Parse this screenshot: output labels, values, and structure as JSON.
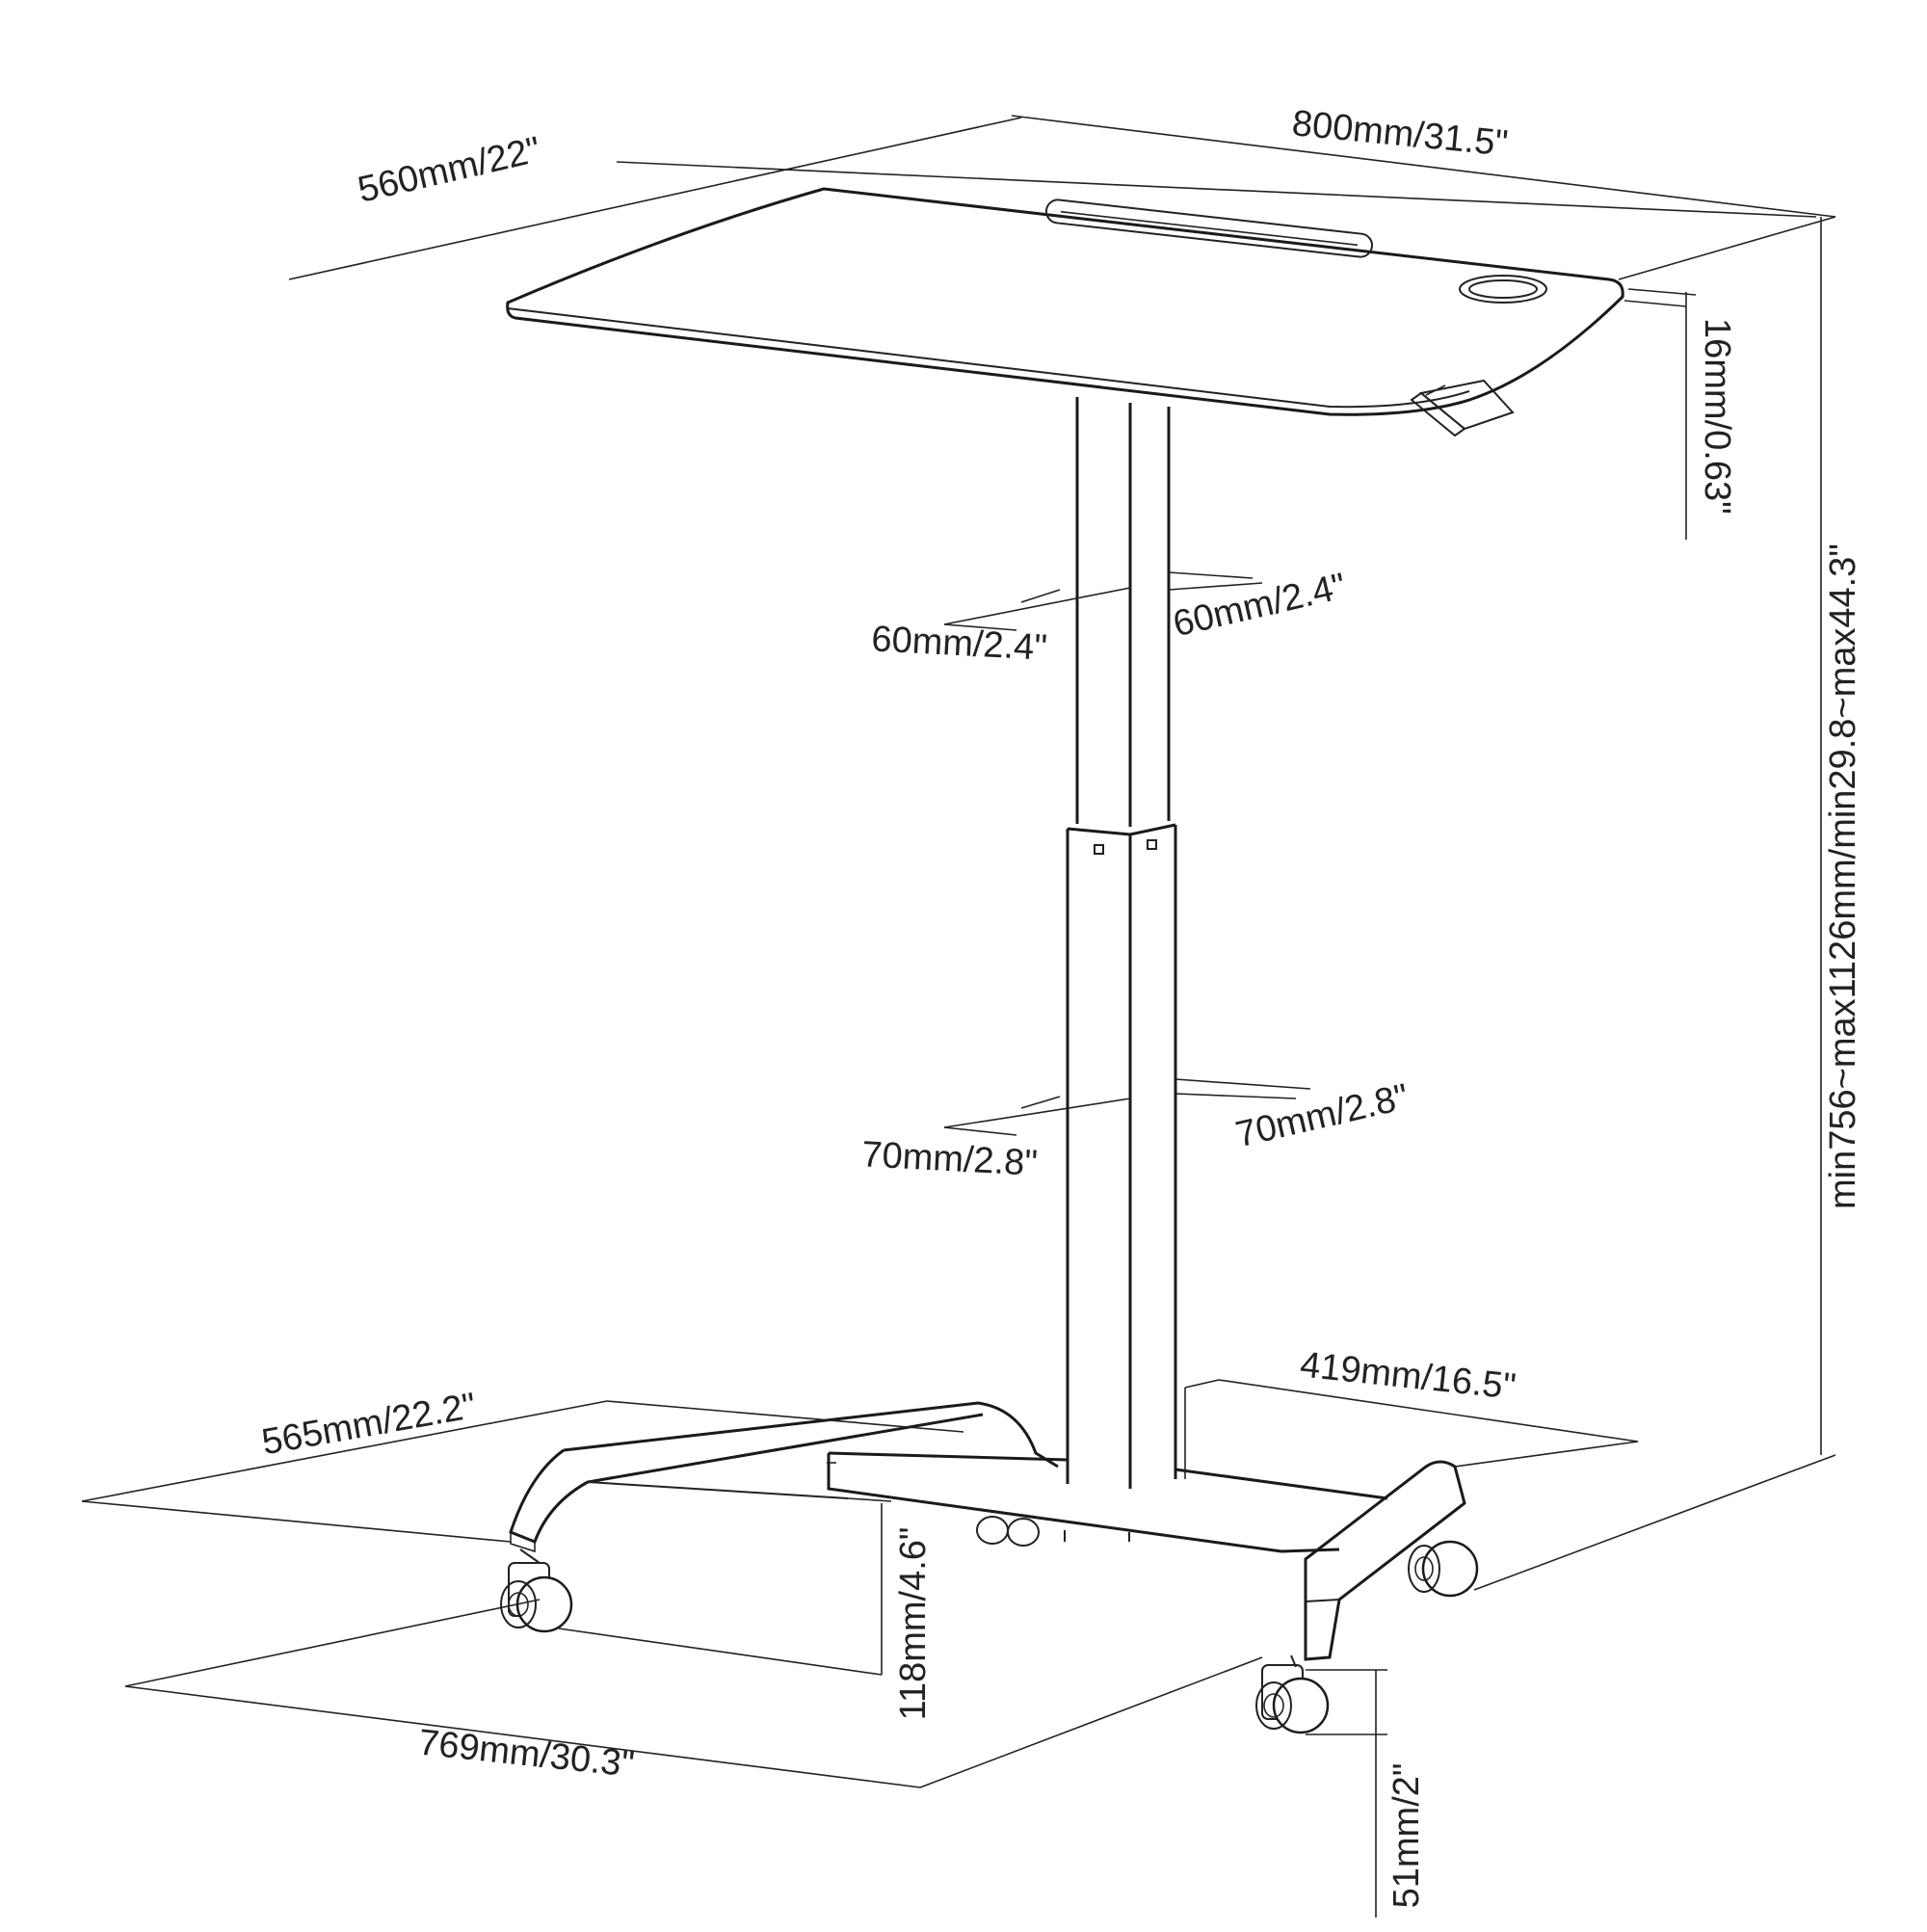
{
  "dimensions": {
    "top_depth": "560mm/22\"",
    "top_width": "800mm/31.5\"",
    "top_thickness": "16mm/0.63\"",
    "height_range": "min756~max1126mm/min29.8~max44.3\"",
    "upper_column_depth": "60mm/2.4\"",
    "upper_column_width": "60mm/2.4\"",
    "lower_column_depth": "70mm/2.8\"",
    "lower_column_width": "70mm/2.8\"",
    "base_depth": "565mm/22.2\"",
    "base_width": "419mm/16.5\"",
    "leg_clearance": "118mm/4.6\"",
    "footprint_width": "769mm/30.3\"",
    "caster_height": "51mm/2\""
  },
  "colors": {
    "line": "#222222",
    "background": "#ffffff"
  }
}
